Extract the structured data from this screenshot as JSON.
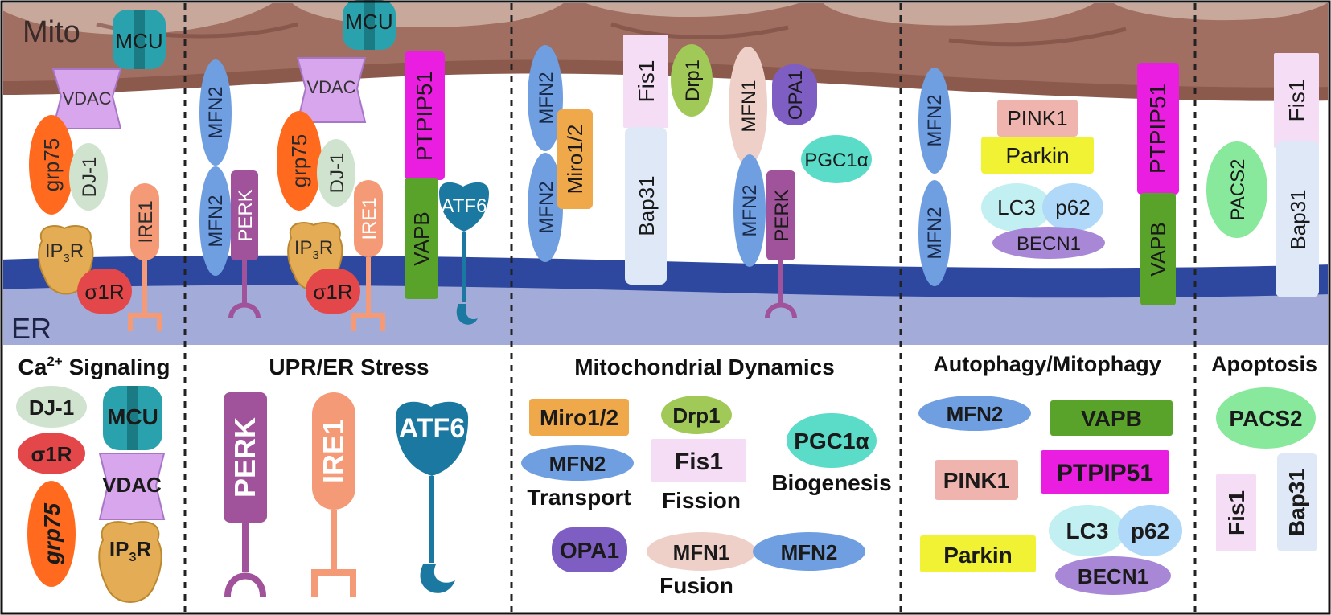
{
  "labels": {
    "mito": "Mito",
    "er": "ER"
  },
  "sections": {
    "ca": "Ca",
    "ca_sup": "2+",
    "ca_rest": " Signaling",
    "upr": "UPR/ER Stress",
    "dyn": "Mitochondrial Dynamics",
    "auto": "Autophagy/Mitophagy",
    "apop": "Apoptosis"
  },
  "proteins": {
    "mcu": "MCU",
    "vdac": "VDAC",
    "grp75": "grp75",
    "dj1": "DJ-1",
    "ire1": "IRE1",
    "ip3r_a": "IP",
    "ip3r_sub": "3",
    "ip3r_b": "R",
    "sigma1r": "σ1R",
    "mfn1": "MFN1",
    "mfn2": "MFN2",
    "perk": "PERK",
    "ptpip51": "PTPIP51",
    "vapb": "VAPB",
    "atf6": "ATF6",
    "miro": "Miro1/2",
    "fis1": "Fis1",
    "drp1": "Drp1",
    "opa1": "OPA1",
    "pgc1a": "PGC1α",
    "bap31": "Bap31",
    "pink1": "PINK1",
    "parkin": "Parkin",
    "lc3": "LC3",
    "p62": "p62",
    "becn1": "BECN1",
    "pacs2": "PACS2"
  },
  "captions": {
    "transport": "Transport",
    "fission": "Fission",
    "biogenesis": "Biogenesis",
    "fusion": "Fusion"
  },
  "colors": {
    "mito_band": "#8c5a4d",
    "mito_light": "#c9a89c",
    "er_light": "#a3acd8",
    "er_dark": "#2e48a0",
    "mfn2": "#6f9fe0",
    "ptpip51": "#ea1ee0",
    "vapb": "#5aa32a",
    "mcu": "#2aa2ad",
    "vdac": "#d7a6ec",
    "grp75": "#ff6a1f",
    "dj1": "#cfe3cf",
    "sigma1r": "#e4474a",
    "ip3r": "#e4ad55",
    "ire1": "#f59a77",
    "perk": "#a0529a",
    "atf6": "#1a78a1",
    "miro": "#f0a94a",
    "fis1": "#f5def5",
    "drp1": "#a1c957",
    "opa1": "#7e5ec3",
    "mfn1": "#efd0c9",
    "pgc1a": "#5adcc8",
    "bap31": "#dfe8f7",
    "pink1": "#efb4ad",
    "parkin": "#f2f235",
    "lc3": "#c2eff1",
    "p62": "#afd8f9",
    "becn1": "#a887d6",
    "pacs2": "#88e89b"
  }
}
